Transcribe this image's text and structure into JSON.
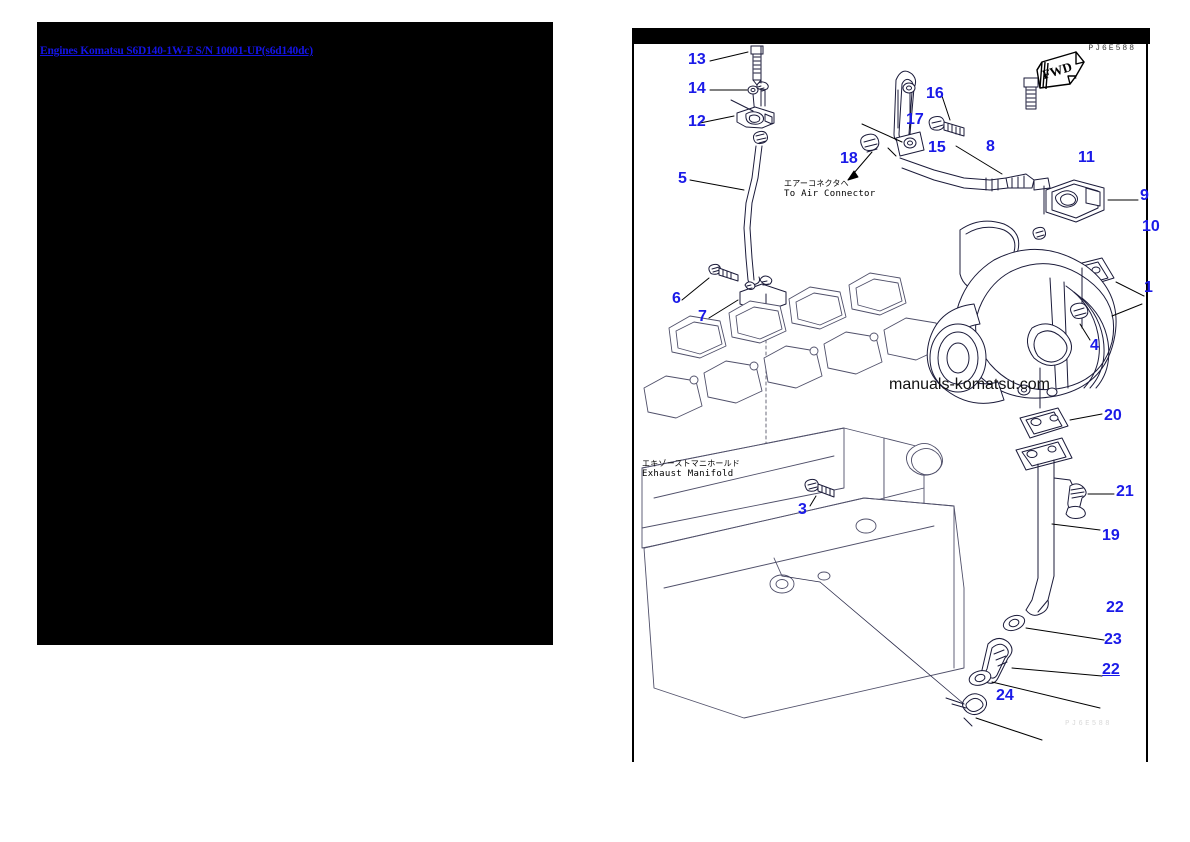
{
  "document": {
    "title_link": "Engines Komatsu S6D140-1W-F S/N 10001-UP(s6d140dc)"
  },
  "diagram": {
    "part_code": "PJ6E588",
    "footer_code": "PJ6E588",
    "watermark": "manuals-komatsu.com",
    "fwd_label": "FWD",
    "annotations": [
      {
        "name": "to-air-connector",
        "jp": "エアーコネクタへ",
        "en": "To Air Connector"
      },
      {
        "name": "exhaust-manifold",
        "jp": "エキゾーストマニホールド",
        "en": "Exhaust Manifold"
      }
    ],
    "callouts": [
      {
        "id": "13",
        "label": "13"
      },
      {
        "id": "14",
        "label": "14"
      },
      {
        "id": "12",
        "label": "12"
      },
      {
        "id": "5",
        "label": "5"
      },
      {
        "id": "6",
        "label": "6"
      },
      {
        "id": "7",
        "label": "7"
      },
      {
        "id": "3",
        "label": "3"
      },
      {
        "id": "16",
        "label": "16"
      },
      {
        "id": "17",
        "label": "17"
      },
      {
        "id": "18",
        "label": "18"
      },
      {
        "id": "15",
        "label": "15"
      },
      {
        "id": "8",
        "label": "8"
      },
      {
        "id": "11",
        "label": "11"
      },
      {
        "id": "9",
        "label": "9"
      },
      {
        "id": "10",
        "label": "10"
      },
      {
        "id": "1",
        "label": "1"
      },
      {
        "id": "4",
        "label": "4"
      },
      {
        "id": "20",
        "label": "20"
      },
      {
        "id": "21",
        "label": "21"
      },
      {
        "id": "19",
        "label": "19"
      },
      {
        "id": "22a",
        "label": "22"
      },
      {
        "id": "23",
        "label": "23"
      },
      {
        "id": "22b",
        "label": "22"
      },
      {
        "id": "24",
        "label": "24"
      }
    ]
  }
}
